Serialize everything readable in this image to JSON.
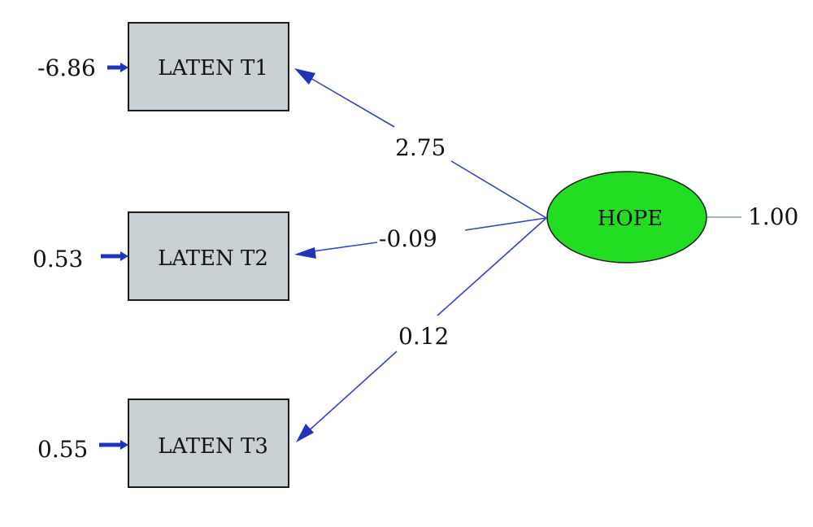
{
  "colors": {
    "box_fill": "#c8d0d4",
    "latent_fill": "#22dd22",
    "path": "#3344cc"
  },
  "latent": {
    "label": "HOPE",
    "variance": "1.00"
  },
  "indicators": [
    {
      "label": "LATEN T1",
      "error_value": "-6.86",
      "loading": "2.75"
    },
    {
      "label": "LATEN T2",
      "error_value": "0.53",
      "loading": "-0.09"
    },
    {
      "label": "LATEN T3",
      "error_value": "0.55",
      "loading": "0.12"
    }
  ]
}
